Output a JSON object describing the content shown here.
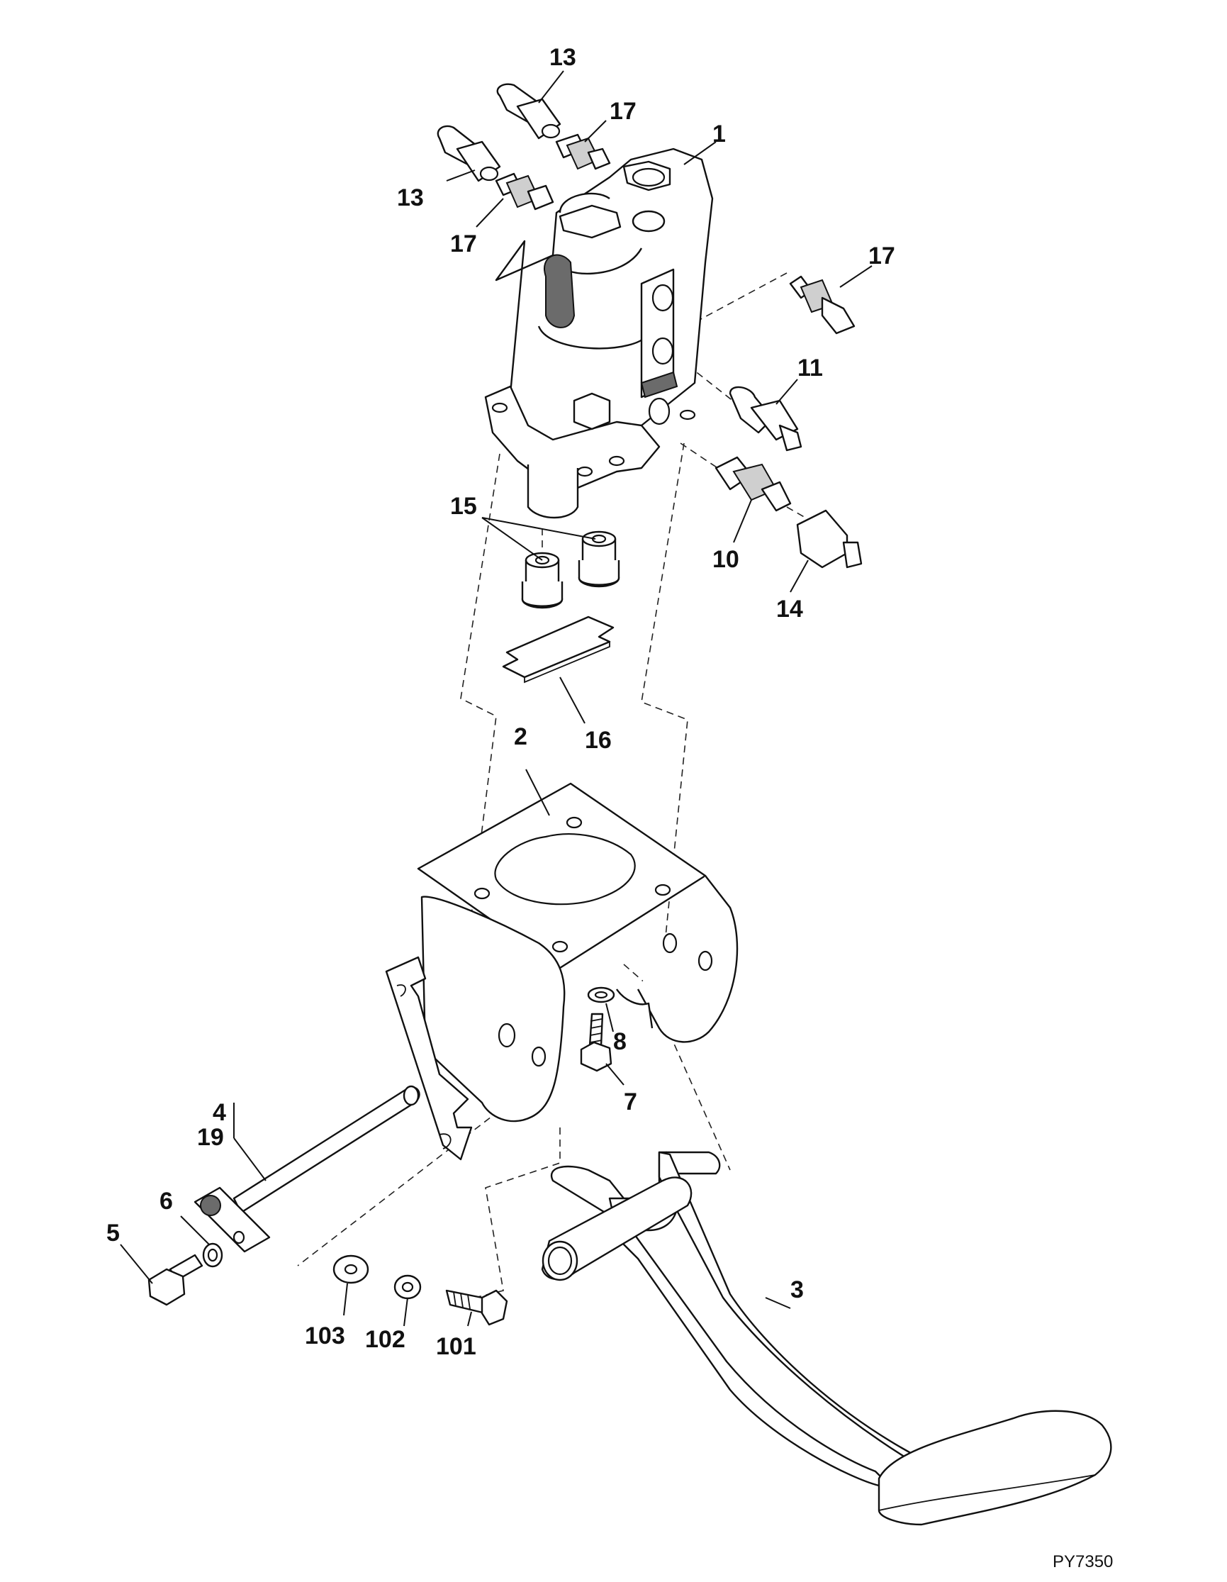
{
  "figure_id": "PY7350",
  "callouts": {
    "c1": "1",
    "c2": "2",
    "c3": "3",
    "c4": "4",
    "c19": "19",
    "c5": "5",
    "c6": "6",
    "c7": "7",
    "c8": "8",
    "c10": "10",
    "c11": "11",
    "c13a": "13",
    "c13b": "13",
    "c14": "14",
    "c15": "15",
    "c16": "16",
    "c17a": "17",
    "c17b": "17",
    "c17c": "17",
    "c101": "101",
    "c102": "102",
    "c103": "103"
  }
}
